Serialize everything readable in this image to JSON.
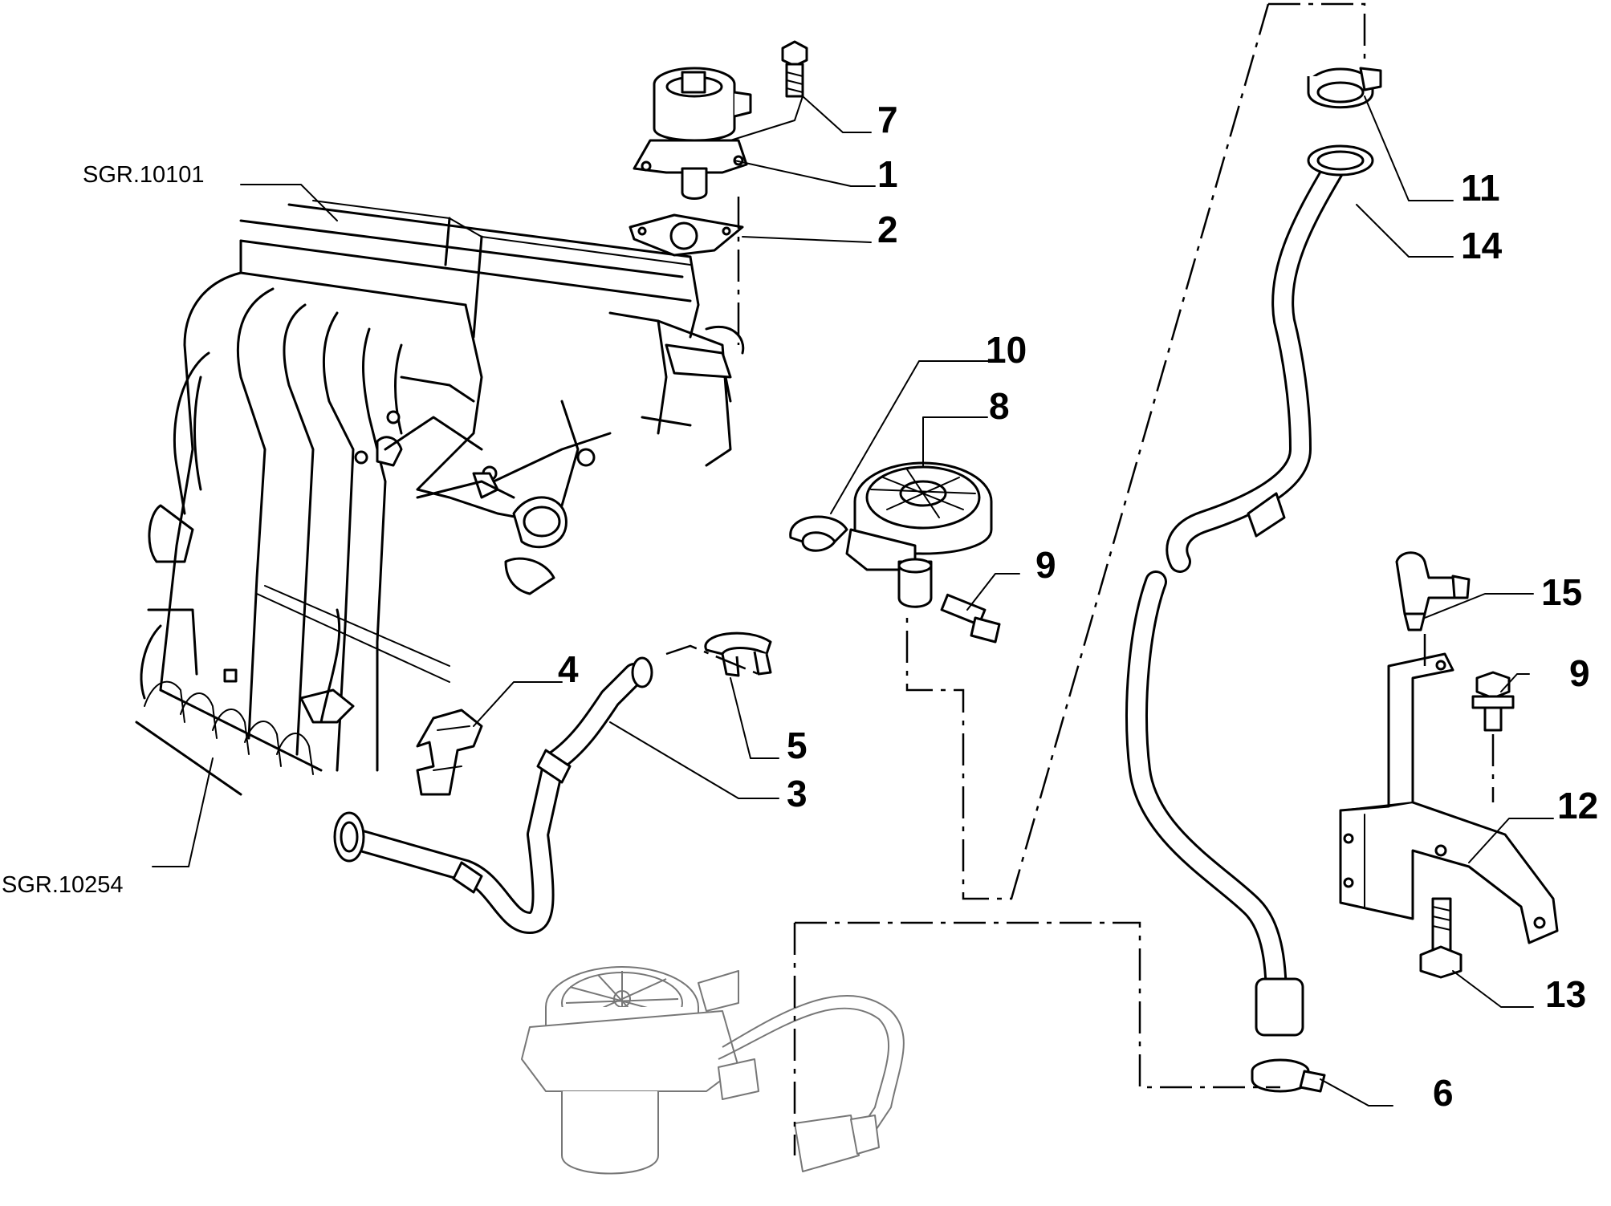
{
  "references": {
    "ref_top": "SGR.10101",
    "ref_bottom": "SGR.10254"
  },
  "callouts": {
    "c1": "1",
    "c2": "2",
    "c3": "3",
    "c4": "4",
    "c5": "5",
    "c6": "6",
    "c7": "7",
    "c8": "8",
    "c9a": "9",
    "c9b": "9",
    "c10": "10",
    "c11": "11",
    "c12": "12",
    "c13": "13",
    "c14": "14",
    "c15": "15"
  }
}
